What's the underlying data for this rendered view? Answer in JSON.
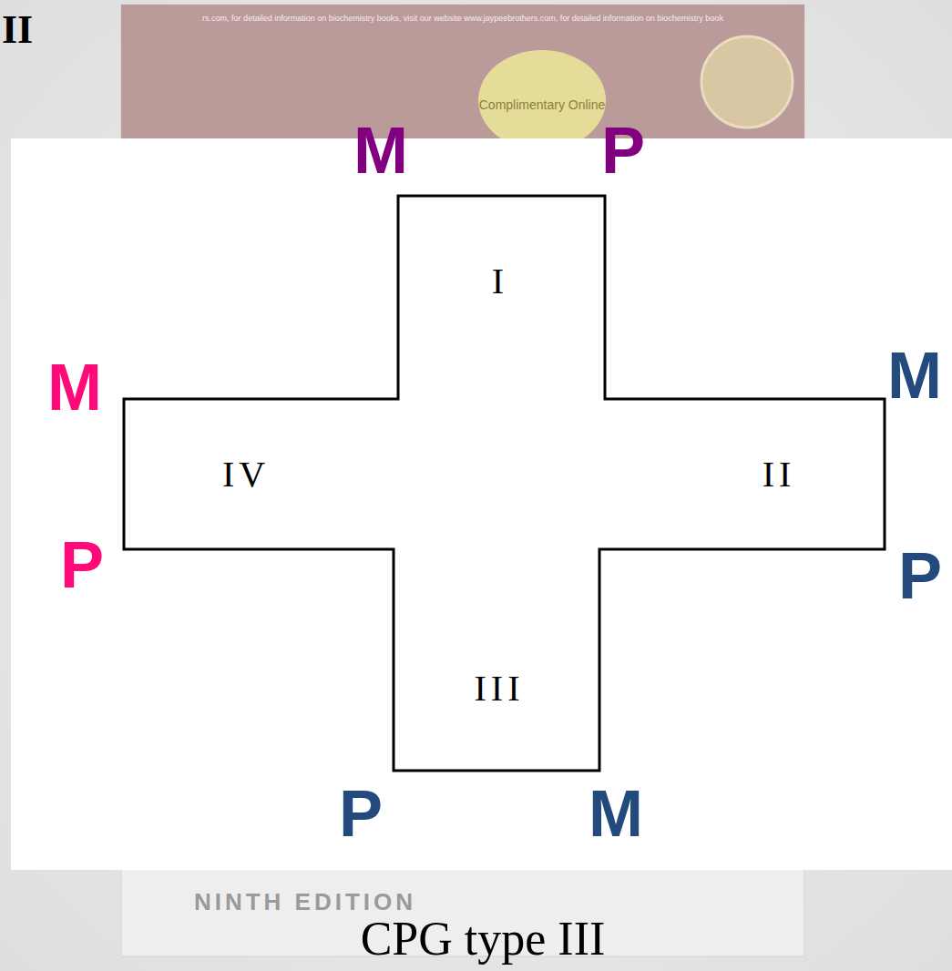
{
  "diagram": {
    "title": "II",
    "caption": "CPG type III",
    "nodes": [
      {
        "text": [
          "I",
          "IV",
          "II",
          "III"
        ]
      }
    ],
    "labels": [
      "M",
      "P",
      "M",
      "M",
      "P",
      "P",
      "P",
      "M",
      "rs.com, for detailed information on biochemistry books, visit our website www.jaypeebrothers.com, for detailed information on biochemistry book",
      "Complimentary Online",
      "NINTH EDITION"
    ]
  }
}
